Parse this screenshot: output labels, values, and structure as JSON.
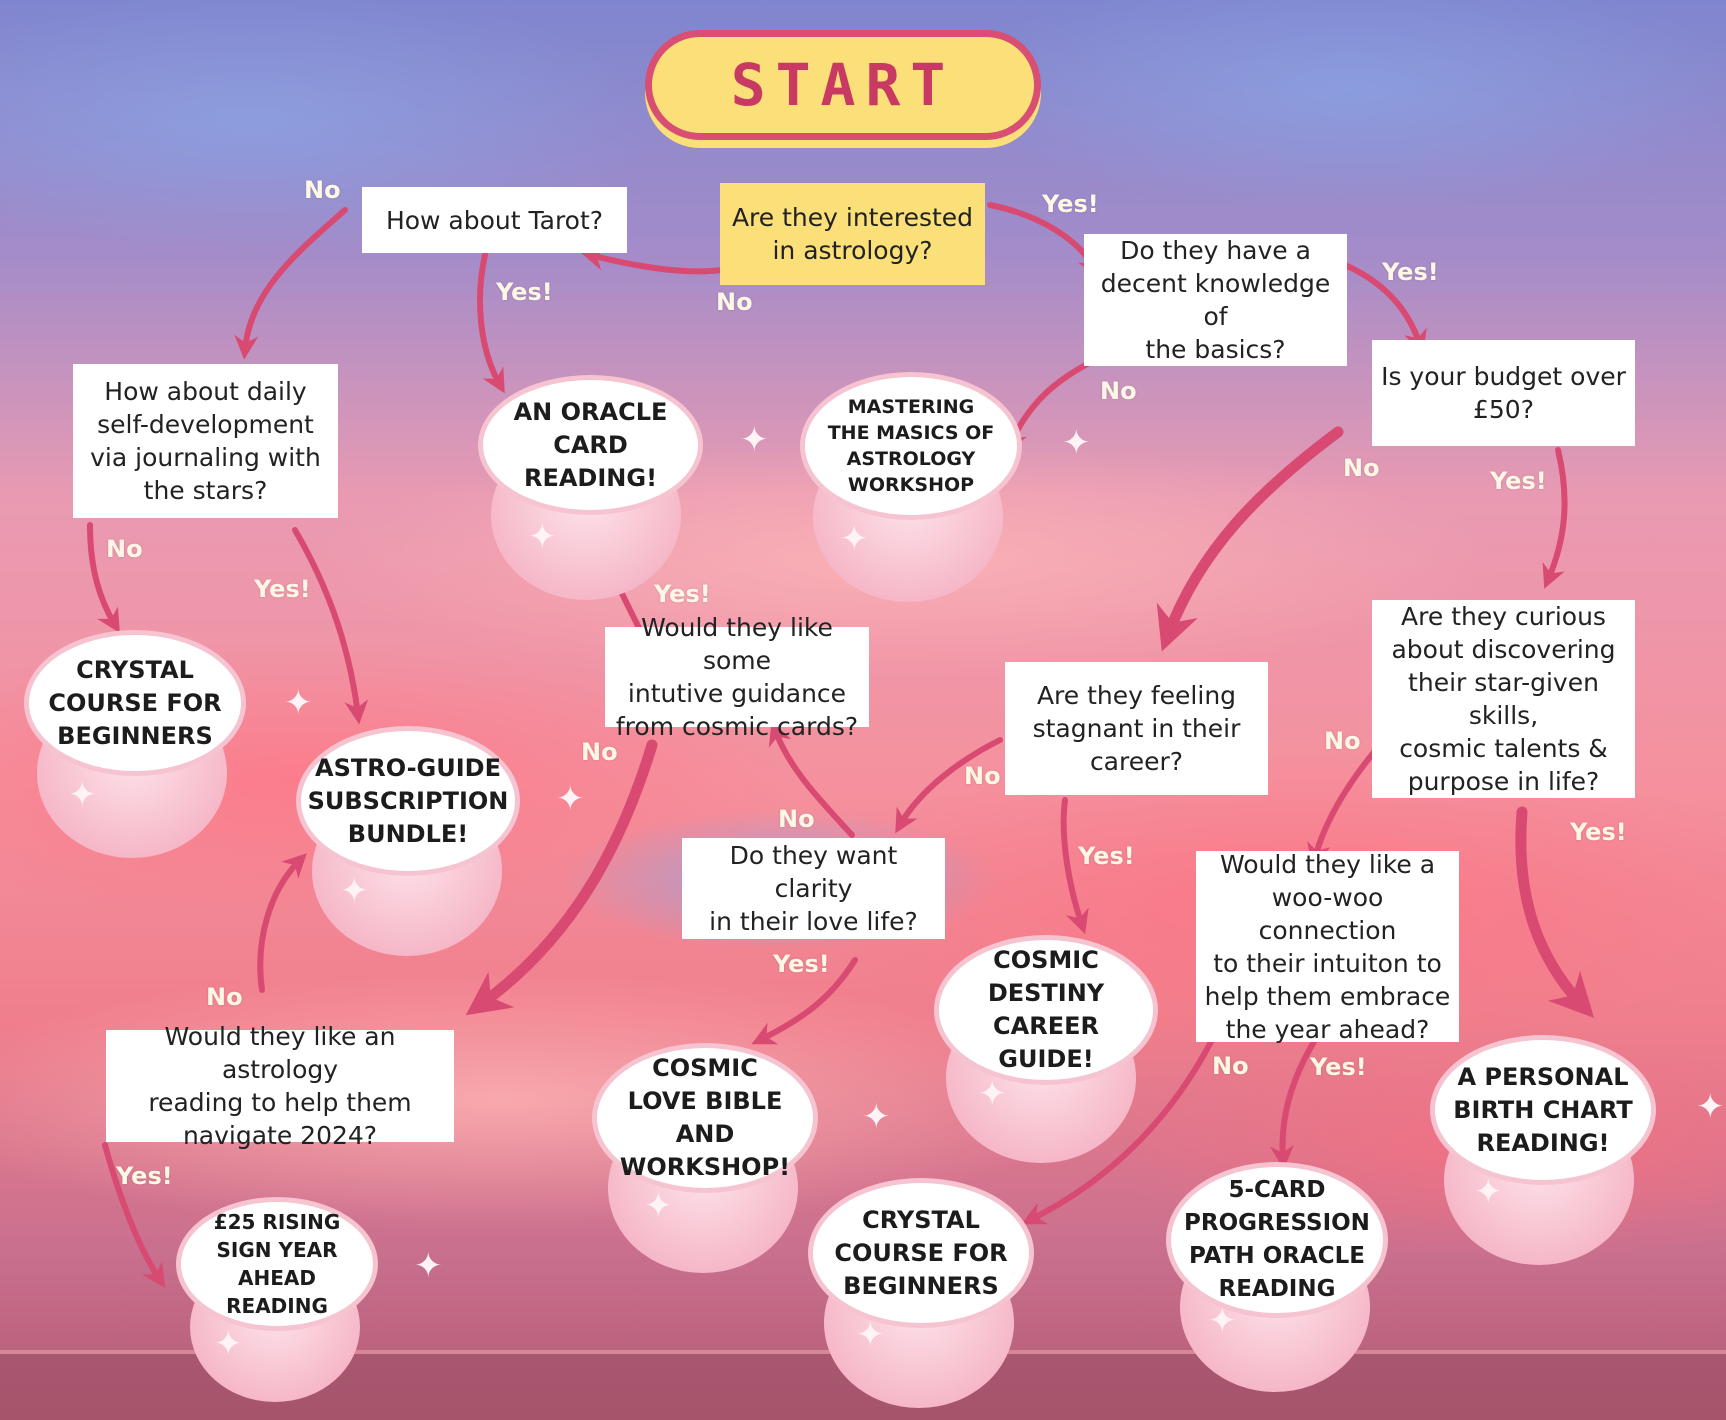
{
  "start": {
    "label": "START"
  },
  "questions": {
    "astrology": "Are they interested\nin astrology?",
    "tarot": "How about Tarot?",
    "journaling": "How about daily\nself-development\nvia journaling with\nthe stars?",
    "basics": "Do they have a\ndecent knowledge of\nthe basics?",
    "budget": "Is your budget over\n£50?",
    "intuitive": "Would they like some\nintutive guidance\nfrom cosmic cards?",
    "stagnant": "Are they feeling\nstagnant in their\ncareer?",
    "curious": "Are they curious\nabout discovering\ntheir star-given skills,\ncosmic talents &\npurpose in life?",
    "love": "Do they want clarity\nin their love life?",
    "woowoo": "Would they like a\nwoo-woo connection\nto their intuiton to\nhelp them embrace\nthe year ahead?",
    "reading2024": "Would they like an astrology\nreading to help them\nnavigate 2024?"
  },
  "results": {
    "oracle_card": "AN ORACLE\nCARD\nREADING!",
    "mastering": "MASTERING\nTHE MASICS OF\nASTROLOGY\nWORKSHOP",
    "crystal_left": "CRYSTAL\nCOURSE FOR\nBEGINNERS",
    "astro_guide": "ASTRO-GUIDE\nSUBSCRIPTION\nBUNDLE!",
    "cosmic_destiny": "COSMIC\nDESTINY CAREER\nGUIDE!",
    "cosmic_love": "COSMIC\nLOVE BIBLE AND\nWORKSHOP!",
    "birth_chart": "A PERSONAL\nBIRTH CHART\nREADING!",
    "rising_sign": "£25 RISING\nSIGN YEAR AHEAD\nREADING",
    "crystal_bottom": "CRYSTAL\nCOURSE FOR\nBEGINNERS",
    "five_card": "5-CARD\nPROGRESSION\nPATH ORACLE\nREADING"
  },
  "labels": {
    "yes": "Yes!",
    "no": "No"
  },
  "colors": {
    "arrow": "#d94a72",
    "highlight": "#fbe07a",
    "start_border": "#d94f73"
  }
}
